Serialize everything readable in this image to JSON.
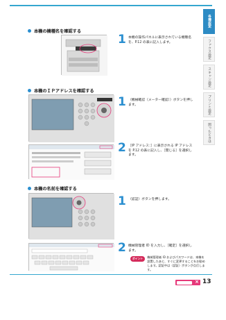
{
  "sidebar": {
    "tabs": [
      {
        "label": "各種設定"
      },
      {
        "label": "ファクス設定"
      },
      {
        "label": "スキャン設定"
      },
      {
        "label": "プリント設定"
      },
      {
        "label": "困ったときは"
      }
    ]
  },
  "sections": [
    {
      "heading": "本機の機種名を確認する"
    },
    {
      "heading": "本機のＩＰアドレスを確認する"
    },
    {
      "heading": "本機の名前を確認する"
    }
  ],
  "steps": {
    "model_1": {
      "num": "1",
      "text": "本機の操作パネルに表示されている機種名を、P.12 の表に記入します。"
    },
    "ip_1": {
      "num": "1",
      "text": "〈機械確認（メーター確認）〉ボタンを押します。"
    },
    "ip_2": {
      "num": "2",
      "text": "［IP アドレス：］に表示される IP アドレスを P.12 の表に記入し、［閉じる］を選択します。"
    },
    "name_1": {
      "num": "1",
      "text": "〈認証〉ボタンを押します。"
    },
    "name_2": {
      "num": "2",
      "text": "機械管理者 ID を入力し、［確定］を選択します。"
    }
  },
  "note": {
    "badge": "ポイント",
    "text": "機械管理者 ID およびパスワードは、本機を設置したあと、すぐに変更することをお勧めします。認証中は〈認証〉ボタンが点灯します。"
  },
  "footer": {
    "page_number": "13"
  },
  "colors": {
    "accent": "#2b8fd0",
    "rule": "#34a6cf",
    "note_badge": "#d42a5a",
    "page_tag": "#e6397a"
  }
}
